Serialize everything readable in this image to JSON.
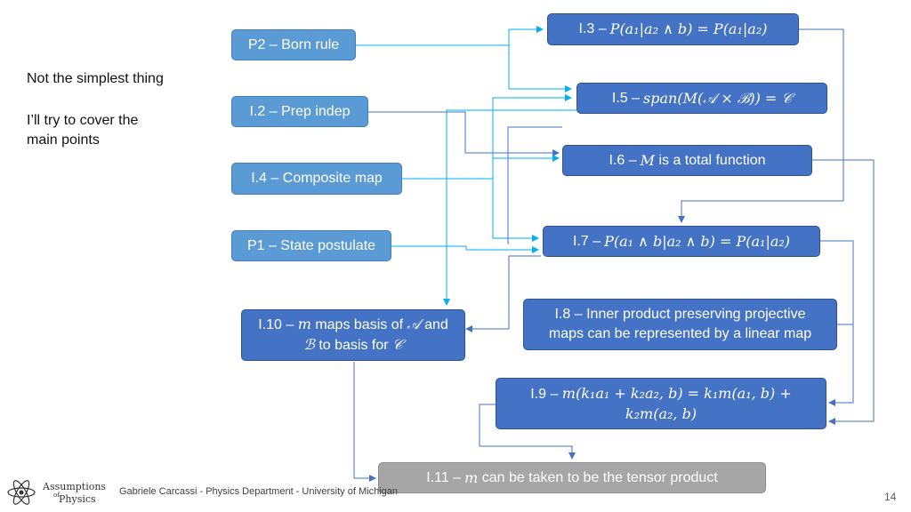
{
  "slide": {
    "side_note_line1": "Not the simplest thing",
    "side_note_line2": "I’ll try to cover the",
    "side_note_line3": "main points",
    "footer": "Gabriele Carcassi - Physics Department - University of Michigan",
    "page_number": "14",
    "logo_line1": "Assumptions",
    "logo_line2": "of",
    "logo_line3": "Physics"
  },
  "nodes": {
    "p2": "P2 – Born rule",
    "i2": "I.2 – Prep indep",
    "i4": "I.4 – Composite map",
    "p1": "P1 – State postulate",
    "i3_prefix": "I.3 – ",
    "i3_math": "P(a₁|a₂ ∧ b) = P(a₁|a₂)",
    "i5_prefix": "I.5 – ",
    "i5_math": "span(M(𝒜 × ℬ)) = 𝒞",
    "i6_prefix": "I.6 – ",
    "i6_math": "M",
    "i6_suffix": " is a total function",
    "i7_prefix": "I.7 – ",
    "i7_math": "P(a₁ ∧ b|a₂ ∧ b) = P(a₁|a₂)",
    "i8_line1": "I.8 – Inner product preserving projective",
    "i8_line2": "maps can be represented by a linear map",
    "i9_prefix": "I.9 – ",
    "i9_math1": "m(k₁a₁ + k₂a₂, b) = k₁m(a₁, b) +",
    "i9_math2": "k₂m(a₂, b)",
    "i10_prefix": "I.10 – ",
    "i10_math1": "m",
    "i10_mid1": " maps basis of ",
    "i10_math2": "𝒜",
    "i10_mid2": " and",
    "i10_math3": "ℬ",
    "i10_mid3": " to basis for ",
    "i10_math4": "𝒞",
    "i11_prefix": "I.11 – ",
    "i11_math": "m",
    "i11_suffix": " can be taken to be the tensor product"
  },
  "colors": {
    "light_box": "#5b9bd5",
    "dark_box": "#4472c4",
    "gray_box": "#a6a6a6",
    "cyan_connector": "#00b0f0",
    "blue_connector": "#4472c4"
  }
}
